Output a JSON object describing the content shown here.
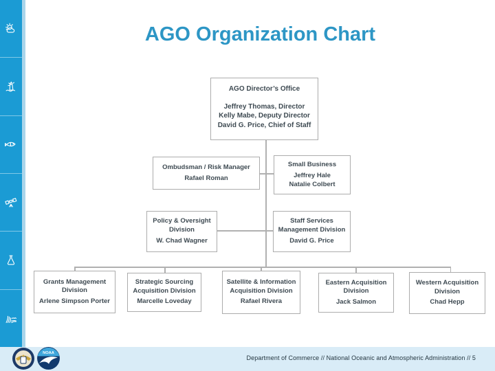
{
  "title": "AGO Organization Chart",
  "sidebar": {
    "icons": [
      "weather-icon",
      "lighthouse-icon",
      "fish-icon",
      "satellite-icon",
      "flask-icon",
      "habitat-icon"
    ]
  },
  "org_chart": {
    "director_office": {
      "title": "AGO Director’s Office",
      "members": [
        "Jeffrey Thomas, Director",
        "Kelly Mabe, Deputy Director",
        "David G. Price, Chief of Staff"
      ]
    },
    "ombudsman": {
      "title": "Ombudsman / Risk Manager",
      "members": [
        "Rafael Roman"
      ]
    },
    "small_business": {
      "title": "Small Business",
      "members": [
        "Jeffrey Hale",
        "Natalie Colbert"
      ]
    },
    "policy_oversight": {
      "title": "Policy & Oversight Division",
      "members": [
        "W. Chad Wagner"
      ]
    },
    "staff_services": {
      "title": "Staff Services Management Division",
      "members": [
        "David G. Price"
      ]
    },
    "bottom_row": [
      {
        "title": "Grants Management Division",
        "members": [
          "Arlene Simpson Porter"
        ]
      },
      {
        "title": "Strategic Sourcing Acquisition Division",
        "members": [
          "Marcelle Loveday"
        ]
      },
      {
        "title": "Satellite & Information Acquisition Division",
        "members": [
          "Rafael Rivera"
        ]
      },
      {
        "title": "Eastern Acquisition Division",
        "members": [
          "Jack Salmon"
        ]
      },
      {
        "title": "Western Acquisition Division",
        "members": [
          "Chad Hepp"
        ]
      }
    ]
  },
  "footer": {
    "text": "Department of Commerce  //  National Oceanic and Atmospheric Administration  //  5",
    "page_number": "5",
    "logos": [
      "department-of-commerce-seal",
      "noaa-logo"
    ]
  },
  "colors": {
    "accent_title": "#2d96c5",
    "sidebar_blue": "#1b9bd4",
    "sidebar_edge": "#a9d5eb",
    "box_border": "#acacac",
    "box_text": "#3e4a52",
    "connector": "#b0b0b0",
    "footer_bg": "#d9ecf7",
    "footer_text": "#243640"
  }
}
